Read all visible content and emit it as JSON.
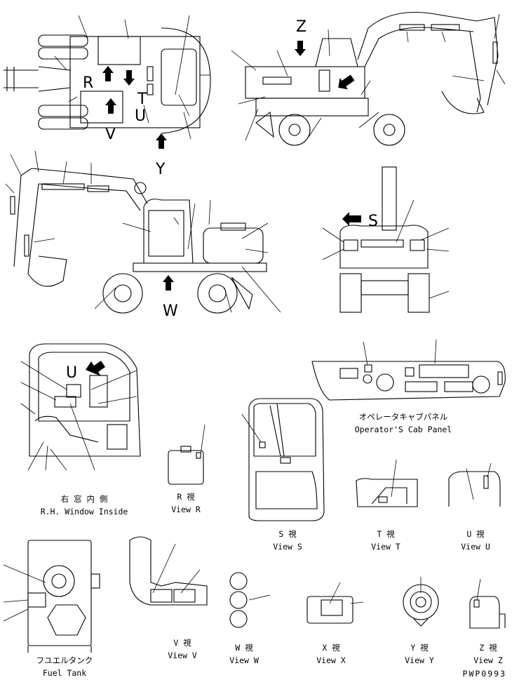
{
  "view_letters": {
    "z": "Z",
    "r": "R",
    "t": "T",
    "v": "V",
    "u": "U",
    "y": "Y",
    "s": "S",
    "w": "W"
  },
  "captions": {
    "cab_panel_jp": "オペレータキャブパネル",
    "cab_panel_en": "Operator'S Cab Panel",
    "rh_window_jp": "右 窓 内 側",
    "rh_window_en": "R.H. Window Inside",
    "view_r_jp": "R 視",
    "view_r_en": "View R",
    "view_s_jp": "S 視",
    "view_s_en": "View S",
    "view_t_jp": "T 視",
    "view_t_en": "View T",
    "view_u_jp": "U 視",
    "view_u_en": "View U",
    "fuel_tank_jp": "フユエルタンク",
    "fuel_tank_en": "Fuel Tank",
    "view_v_jp": "V 視",
    "view_v_en": "View V",
    "view_w_jp": "W 視",
    "view_w_en": "View W",
    "view_x_jp": "X 視",
    "view_x_en": "View X",
    "view_y_jp": "Y 視",
    "view_y_en": "View Y",
    "view_z_jp": "Z 視",
    "view_z_en": "View Z",
    "drawing_code": "PWP0993"
  }
}
